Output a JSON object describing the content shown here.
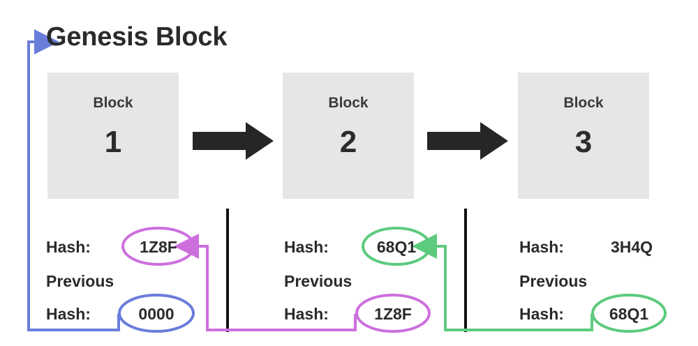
{
  "diagram": {
    "title": "Genesis Block",
    "labels": {
      "hash": "Hash:",
      "previous": "Previous",
      "previous_hash": "Hash:",
      "block_word": "Block"
    },
    "colors": {
      "block_fill": "#e6e6e6",
      "text": "#2b2b2b",
      "arrow_black": "#262626",
      "genesis_link": "#6b7ddb",
      "hash1_link": "#cc6fdd",
      "hash2_link": "#5ccb7d",
      "divider": "#111111",
      "background": "#ffffff"
    },
    "blocks": [
      {
        "name": "block-1",
        "label": "Block",
        "number": "1",
        "hash": "1Z8F",
        "hash_circle_color": "#cc6fdd",
        "hash_circled": true,
        "previous_hash": "0000",
        "previous_hash_circle_color": "#6b7ddb",
        "previous_hash_circled": true
      },
      {
        "name": "block-2",
        "label": "Block",
        "number": "2",
        "hash": "68Q1",
        "hash_circle_color": "#5ccb7d",
        "hash_circled": true,
        "previous_hash": "1Z8F",
        "previous_hash_circle_color": "#cc6fdd",
        "previous_hash_circled": true
      },
      {
        "name": "block-3",
        "label": "Block",
        "number": "3",
        "hash": "3H4Q",
        "hash_circle_color": "",
        "hash_circled": false,
        "previous_hash": "68Q1",
        "previous_hash_circle_color": "#5ccb7d",
        "previous_hash_circled": true
      }
    ],
    "connectors": [
      {
        "name": "genesis-connector",
        "from": "block-1-previous-hash-0000",
        "to": "genesis-block-title",
        "color": "#6b7ddb"
      },
      {
        "name": "block2-to-block1-connector",
        "from": "block-2-previous-hash-1Z8F",
        "to": "block-1-hash-1Z8F",
        "color": "#cc6fdd"
      },
      {
        "name": "block3-to-block2-connector",
        "from": "block-3-previous-hash-68Q1",
        "to": "block-2-hash-68Q1",
        "color": "#5ccb7d"
      }
    ],
    "chain_arrows": [
      {
        "name": "arrow-block1-to-block2"
      },
      {
        "name": "arrow-block2-to-block3"
      }
    ],
    "dividers": [
      {
        "name": "divider-1"
      },
      {
        "name": "divider-2"
      }
    ]
  }
}
